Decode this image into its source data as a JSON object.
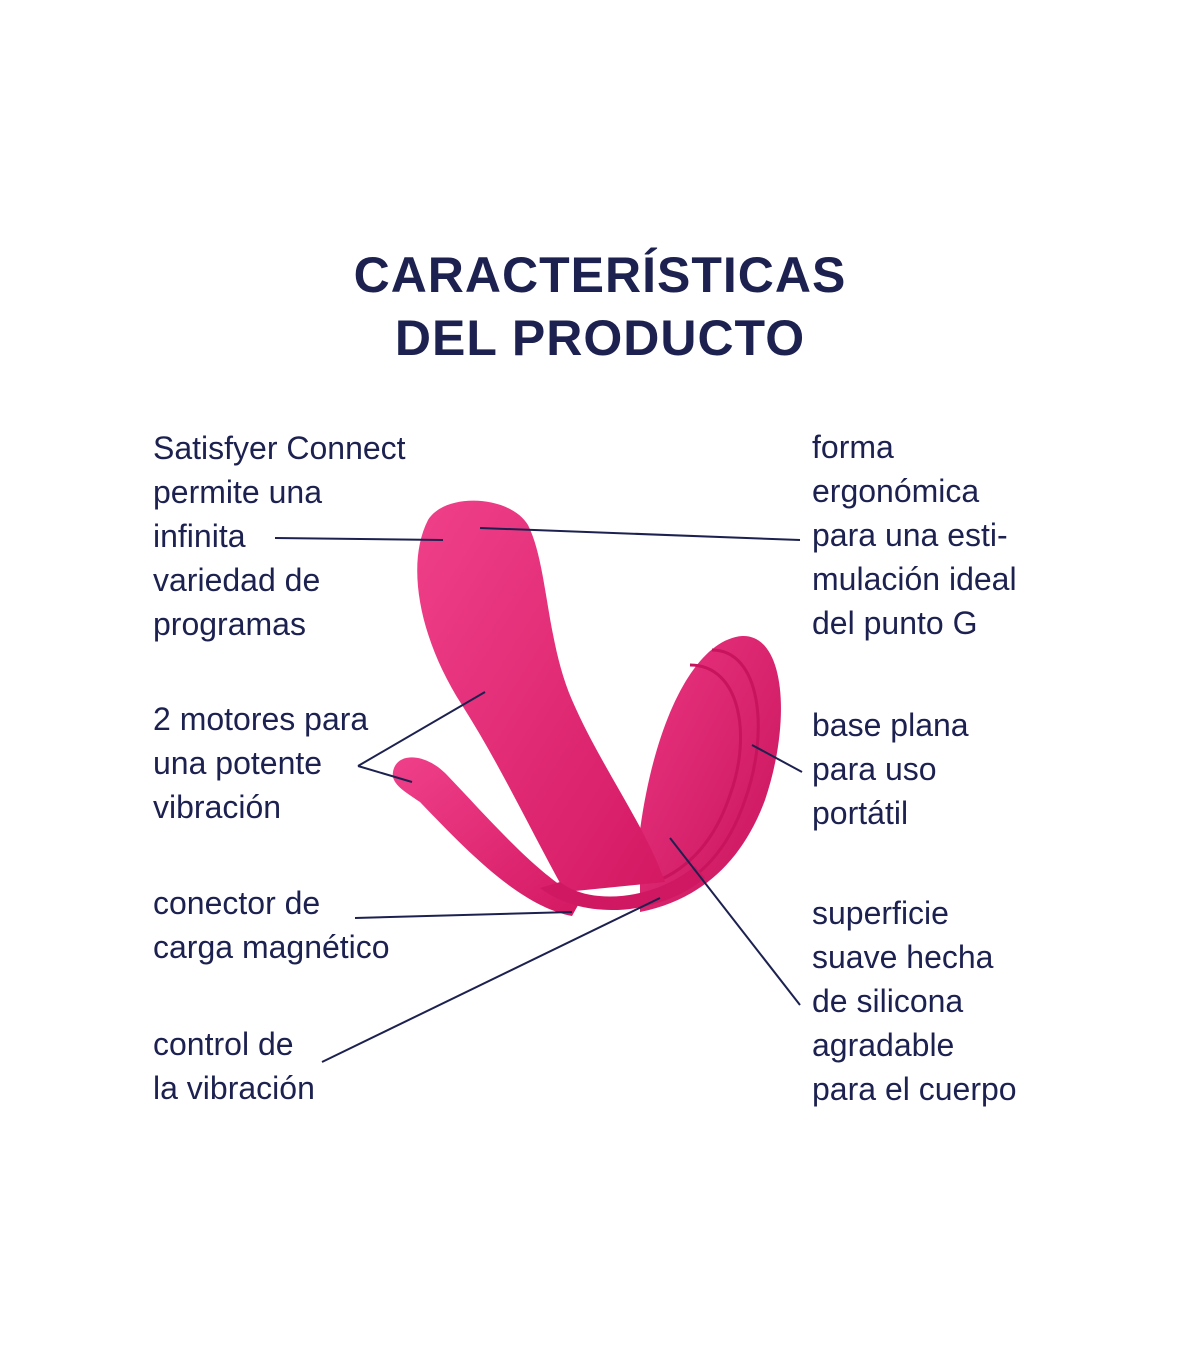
{
  "title": {
    "line1": "CARACTERÍSTICAS",
    "line2": "DEL PRODUCTO"
  },
  "left_features": [
    {
      "lines": [
        "Satisfyer Connect",
        "permite una",
        "infinita",
        "variedad de",
        "programas"
      ]
    },
    {
      "lines": [
        "2 motores para",
        "una potente",
        "vibración"
      ]
    },
    {
      "lines": [
        "conector de",
        "carga magnético"
      ]
    },
    {
      "lines": [
        "control de",
        "la vibración"
      ]
    }
  ],
  "right_features": [
    {
      "lines": [
        "forma",
        "ergonómica",
        "para una esti-",
        "mulación ideal",
        "del punto G"
      ]
    },
    {
      "lines": [
        "base plana",
        "para uso",
        "portátil"
      ]
    },
    {
      "lines": [
        "superficie",
        "suave hecha",
        "de silicona",
        "agradable",
        "para el cuerpo"
      ]
    }
  ],
  "colors": {
    "text": "#1c2150",
    "product": "#e2206f",
    "product_light": "#f0408a",
    "product_dark": "#c0145a"
  }
}
